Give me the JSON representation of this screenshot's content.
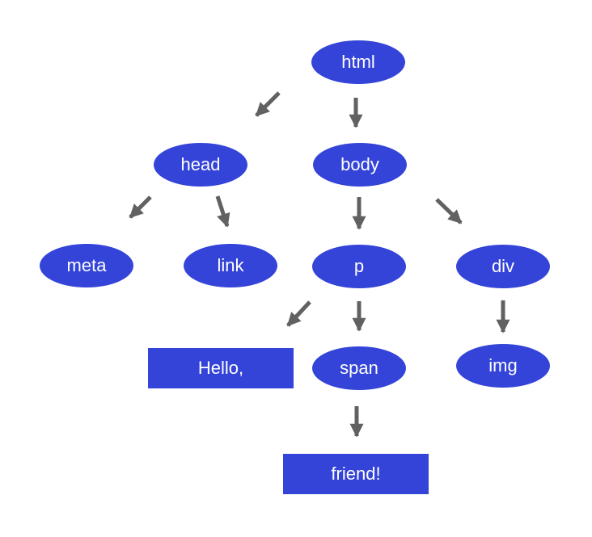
{
  "diagram": {
    "type": "tree",
    "colors": {
      "node_fill": "#3444d8",
      "node_text": "#ffffff",
      "arrow": "#616161",
      "background": "#ffffff"
    },
    "nodes": {
      "html": {
        "label": "html",
        "shape": "ellipse"
      },
      "head": {
        "label": "head",
        "shape": "ellipse"
      },
      "body": {
        "label": "body",
        "shape": "ellipse"
      },
      "meta": {
        "label": "meta",
        "shape": "ellipse"
      },
      "link": {
        "label": "link",
        "shape": "ellipse"
      },
      "p": {
        "label": "p",
        "shape": "ellipse"
      },
      "div": {
        "label": "div",
        "shape": "ellipse"
      },
      "span": {
        "label": "span",
        "shape": "ellipse"
      },
      "img": {
        "label": "img",
        "shape": "ellipse"
      },
      "hello": {
        "label": "Hello,",
        "shape": "rect"
      },
      "friend": {
        "label": "friend!",
        "shape": "rect"
      }
    },
    "edges": [
      {
        "from": "html",
        "to": "head"
      },
      {
        "from": "html",
        "to": "body"
      },
      {
        "from": "head",
        "to": "meta"
      },
      {
        "from": "head",
        "to": "link"
      },
      {
        "from": "body",
        "to": "p"
      },
      {
        "from": "body",
        "to": "div"
      },
      {
        "from": "p",
        "to": "hello"
      },
      {
        "from": "p",
        "to": "span"
      },
      {
        "from": "div",
        "to": "img"
      },
      {
        "from": "span",
        "to": "friend"
      }
    ]
  }
}
